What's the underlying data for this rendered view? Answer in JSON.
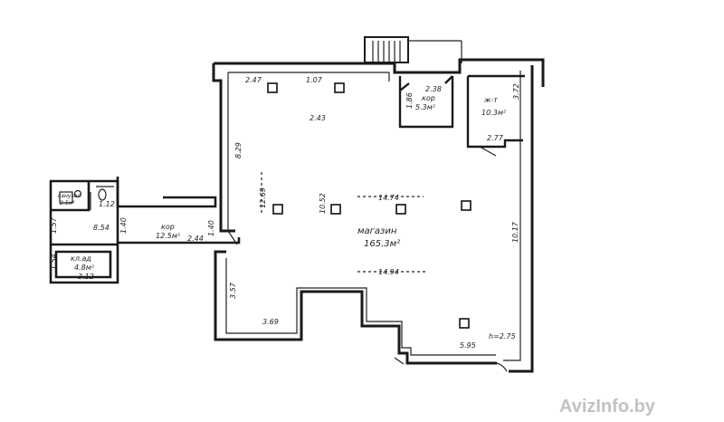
{
  "plan": {
    "store_label": "магазин",
    "store_area": "165.3м²",
    "corridor_label": "кор",
    "corridor_area": "12.5м²",
    "small_corridor_label": "кор",
    "small_corridor_area": "5.3м²",
    "wc_label": "ж-т",
    "wc_area": "10.3м²",
    "storage_label": "кл.ад",
    "storage_area": "4.8м²",
    "wc_small_label": "санузел",
    "wc_small_area": "2.5м²",
    "ceiling_height": "h=2.75",
    "dimensions": {
      "d_2_47": "2.47",
      "d_1_07": "1.07",
      "d_2_43": "2.43",
      "d_2_38": "2.38",
      "d_1_86": "1.86",
      "d_3_72": "3.72",
      "d_2_77": "2.77",
      "d_8_29": "8.29",
      "d_12_69": "12.69",
      "d_10_52": "10.52",
      "d_14_74": "14.74",
      "d_14_94": "14.94",
      "d_10_17": "10.17",
      "d_8_54": "8.54",
      "d_1_40a": "1.40",
      "d_1_40b": "1.40",
      "d_2_44": "2.44",
      "d_1_57": "1.57",
      "d_1_54": "1.54",
      "d_3_12": "3.12",
      "d_1_12": "1.12",
      "d_3_57": "3.57",
      "d_3_69": "3.69",
      "d_5_95": "5.95"
    }
  },
  "watermark": "AvizInfo.by"
}
